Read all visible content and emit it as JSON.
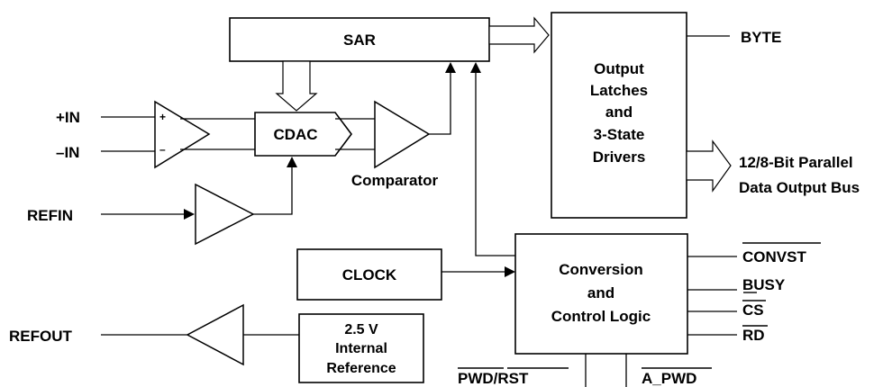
{
  "blocks": {
    "sar": "SAR",
    "output_latches": [
      "Output",
      "Latches",
      "and",
      "3-State",
      "Drivers"
    ],
    "cdac": "CDAC",
    "comparator": "Comparator",
    "clock": "CLOCK",
    "conversion_logic": [
      "Conversion",
      "and",
      "Control Logic"
    ],
    "internal_reference": [
      "2.5 V",
      "Internal",
      "Reference"
    ]
  },
  "inputs": {
    "plus_in": "+IN",
    "minus_in": "–IN",
    "refin": "REFIN",
    "refout": "REFOUT"
  },
  "outputs": {
    "byte": "BYTE",
    "bus_line1": "12/8-Bit Parallel",
    "bus_line2": "Data Output Bus"
  },
  "control_pins": {
    "convst": "CONVST",
    "busy": "BUSY",
    "cs": "CS",
    "rd": "RD",
    "pwd_rst": "PWD/RST",
    "a_pwd": "A_PWD"
  },
  "amp_signs": {
    "plus": "+",
    "minus": "–"
  }
}
